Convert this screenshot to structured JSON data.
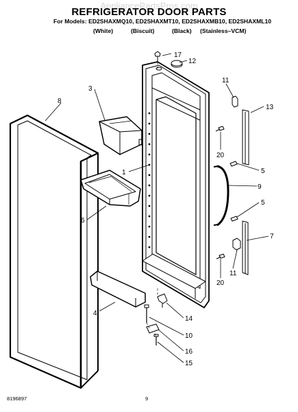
{
  "header": {
    "title": "REFRIGERATOR DOOR PARTS",
    "watermark": "AppliancePartsPros.com",
    "models_line": "For Models: ED2SHAXMQ10, ED2SHAXMT10, ED2SHAXMB10, ED2SHAXML10",
    "colors": [
      "(White)",
      "(Biscuit)",
      "(Black)",
      "(Stainless–VCM)"
    ]
  },
  "callouts": [
    "17",
    "12",
    "3",
    "11",
    "8",
    "13",
    "20",
    "1",
    "5",
    "9",
    "5",
    "6",
    "7",
    "11",
    "20",
    "4",
    "14",
    "10",
    "16",
    "15"
  ],
  "footer": {
    "part_number": "8196897",
    "page_number": "9"
  }
}
